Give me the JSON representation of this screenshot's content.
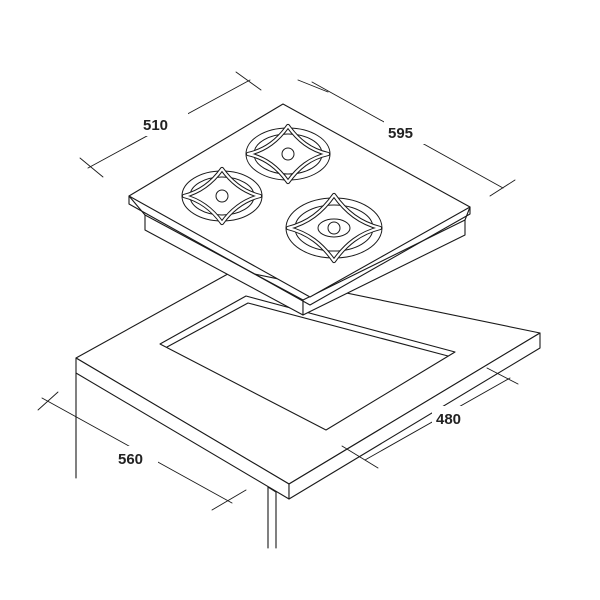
{
  "dimensions": {
    "hob_depth": "510",
    "hob_width": "595",
    "cutout_depth": "480",
    "cutout_width": "560"
  }
}
